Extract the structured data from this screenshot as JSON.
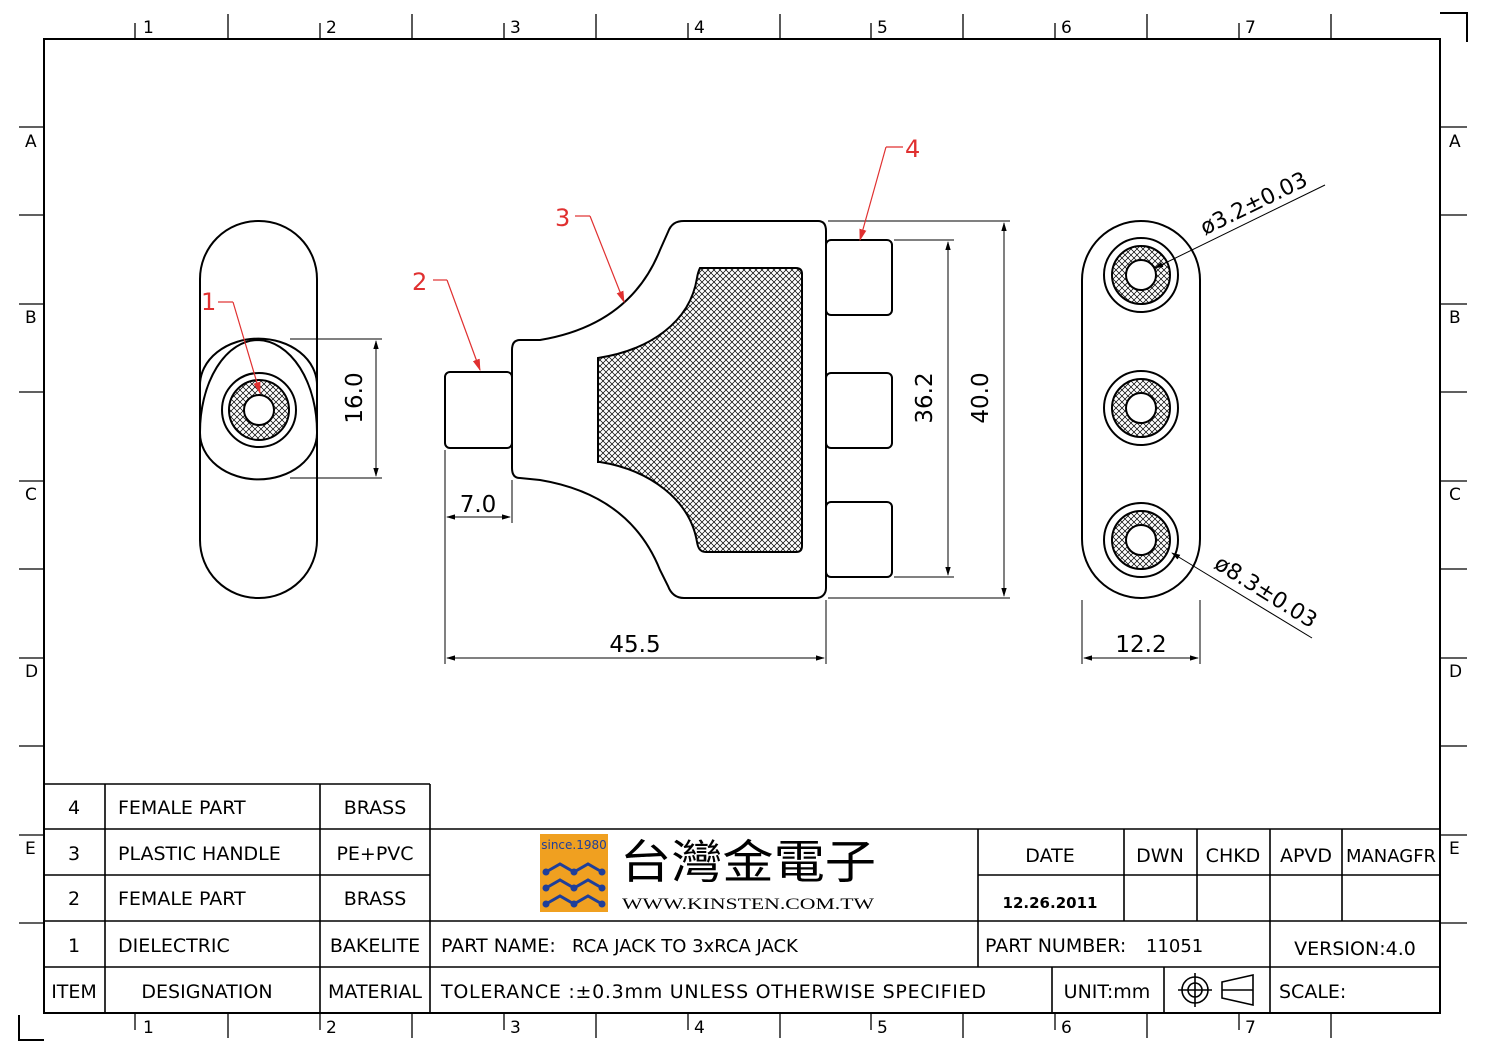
{
  "grid": {
    "columns": [
      "1",
      "2",
      "3",
      "4",
      "5",
      "6",
      "7"
    ],
    "rows": [
      "A",
      "B",
      "C",
      "D",
      "E"
    ]
  },
  "balloons": {
    "b1": "1",
    "b2": "2",
    "b3": "3",
    "b4": "4"
  },
  "dimensions": {
    "left_height": "16.0",
    "pin_length": "7.0",
    "overall_length": "45.5",
    "jack_span": "36.2",
    "overall_height": "40.0",
    "hole_dia": "ø3.2±0.03",
    "outer_dia": "ø8.3±0.03",
    "right_width": "12.2"
  },
  "bom": {
    "rows": [
      {
        "item": "4",
        "designation": "FEMALE PART",
        "material": "BRASS"
      },
      {
        "item": "3",
        "designation": "PLASTIC HANDLE",
        "material": "PE+PVC"
      },
      {
        "item": "2",
        "designation": "FEMALE PART",
        "material": "BRASS"
      },
      {
        "item": "1",
        "designation": "DIELECTRIC",
        "material": "BAKELITE"
      }
    ],
    "header": {
      "item": "ITEM",
      "designation": "DESIGNATION",
      "material": "MATERIAL"
    }
  },
  "company": {
    "since": "since.1980",
    "name": "台灣金電子",
    "website": "WWW.KINSTEN.COM.TW"
  },
  "title_block": {
    "date_label": "DATE",
    "dwn_label": "DWN",
    "chkd_label": "CHKD",
    "apvd_label": "APVD",
    "managfr_label": "MANAGFR",
    "date_value": "12.26.2011",
    "part_name_label": "PART   NAME:",
    "part_name_value": "RCA JACK TO 3xRCA JACK",
    "part_number_label": "PART   NUMBER:",
    "part_number_value": "11051",
    "version": "VERSION:4.0",
    "tolerance": "TOLERANCE  :±0.3mm  UNLESS  OTHERWISE  SPECIFIED",
    "unit": "UNIT:mm",
    "scale": "SCALE:"
  },
  "colors": {
    "line": "#000000",
    "leader": "#e03030",
    "logo_orange": "#f0a020",
    "logo_blue": "#1f3f9a"
  }
}
